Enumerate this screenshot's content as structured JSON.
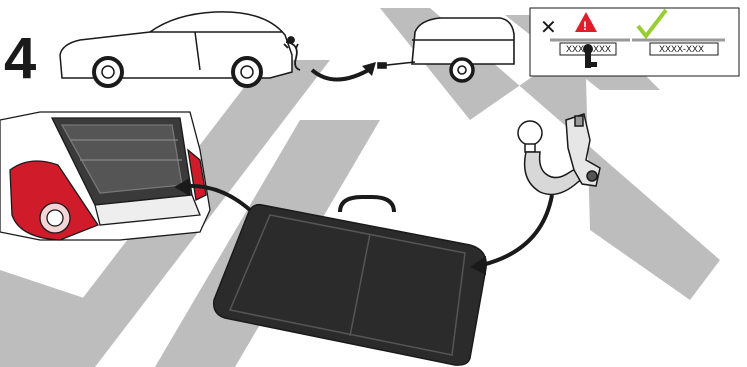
{
  "step": {
    "number": "4"
  },
  "license_panel": {
    "wrong_plate_text": "XXXX-XXX",
    "correct_plate_text": "XXXX-XXX",
    "wrong_mark": "✕",
    "correct_mark": "✓",
    "wrong_color": "#e11d2a",
    "correct_color": "#9acd32"
  },
  "colors": {
    "line": "#1a1a1a",
    "car_red": "#d01c2a",
    "bag_fill": "#2b2b2b",
    "watermark": "#bdbdbd"
  },
  "icons": {
    "warning": "warning-triangle-icon",
    "tow_ball": "tow-ball-icon",
    "arrow": "curved-arrow-icon"
  }
}
